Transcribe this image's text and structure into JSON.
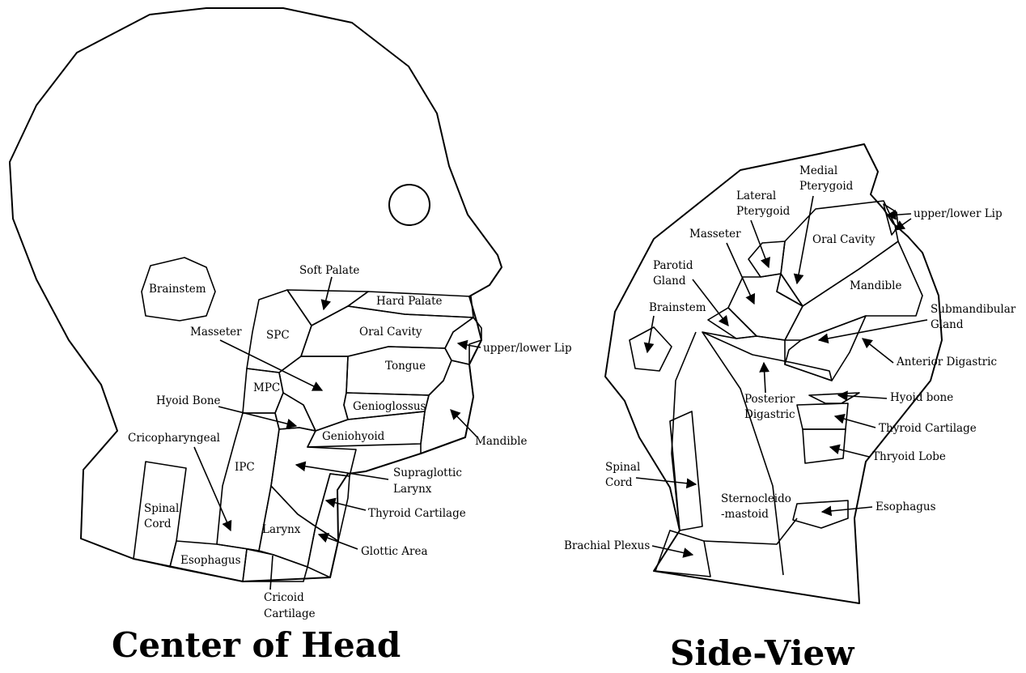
{
  "titles": {
    "left": "Center of Head",
    "right": "Side-View"
  },
  "left": {
    "brainstem": "Brainstem",
    "soft_palate": "Soft Palate",
    "hard_palate": "Hard Palate",
    "spc": "SPC",
    "oral_cavity": "Oral Cavity",
    "masseter": "Masseter",
    "upper_lower_lip": "upper/lower Lip",
    "tongue": "Tongue",
    "mpc": "MPC",
    "hyoid_bone": "Hyoid Bone",
    "genioglossus": "Genioglossus",
    "cricopharyngeal": "Cricopharyngeal",
    "geniohyoid": "Geniohyoid",
    "mandible": "Mandible",
    "ipc": "IPC",
    "supraglottic_1": "Supraglottic",
    "supraglottic_2": "Larynx",
    "spinal_cord_1": "Spinal",
    "spinal_cord_2": "Cord",
    "thyroid_cartilage": "Thyroid Cartilage",
    "larynx": "Larynx",
    "glottic_area": "Glottic Area",
    "esophagus": "Esophagus",
    "cricoid_1": "Cricoid",
    "cricoid_2": "Cartilage"
  },
  "right": {
    "medial_pterygoid_1": "Medial",
    "medial_pterygoid_2": "Pterygoid",
    "lateral_pterygoid_1": "Lateral",
    "lateral_pterygoid_2": "Pterygoid",
    "upper_lower_lip": "upper/lower Lip",
    "oral_cavity": "Oral Cavity",
    "masseter": "Masseter",
    "parotid_1": "Parotid",
    "parotid_2": "Gland",
    "mandible": "Mandible",
    "brainstem": "Brainstem",
    "submandibular_1": "Submandibular",
    "submandibular_2": "Gland",
    "anterior_digastric": "Anterior Digastric",
    "posterior_digastric_1": "Posterior",
    "posterior_digastric_2": "Digastric",
    "hyoid_bone": "Hyoid bone",
    "thyroid_cartilage": "Thyroid Cartilage",
    "thyroid_lobe": "Thryoid Lobe",
    "spinal_cord_1": "Spinal",
    "spinal_cord_2": "Cord",
    "sternocleido_1": "Sternocleido",
    "sternocleido_2": "-mastoid",
    "esophagus": "Esophagus",
    "brachial_plexus": "Brachial Plexus"
  }
}
